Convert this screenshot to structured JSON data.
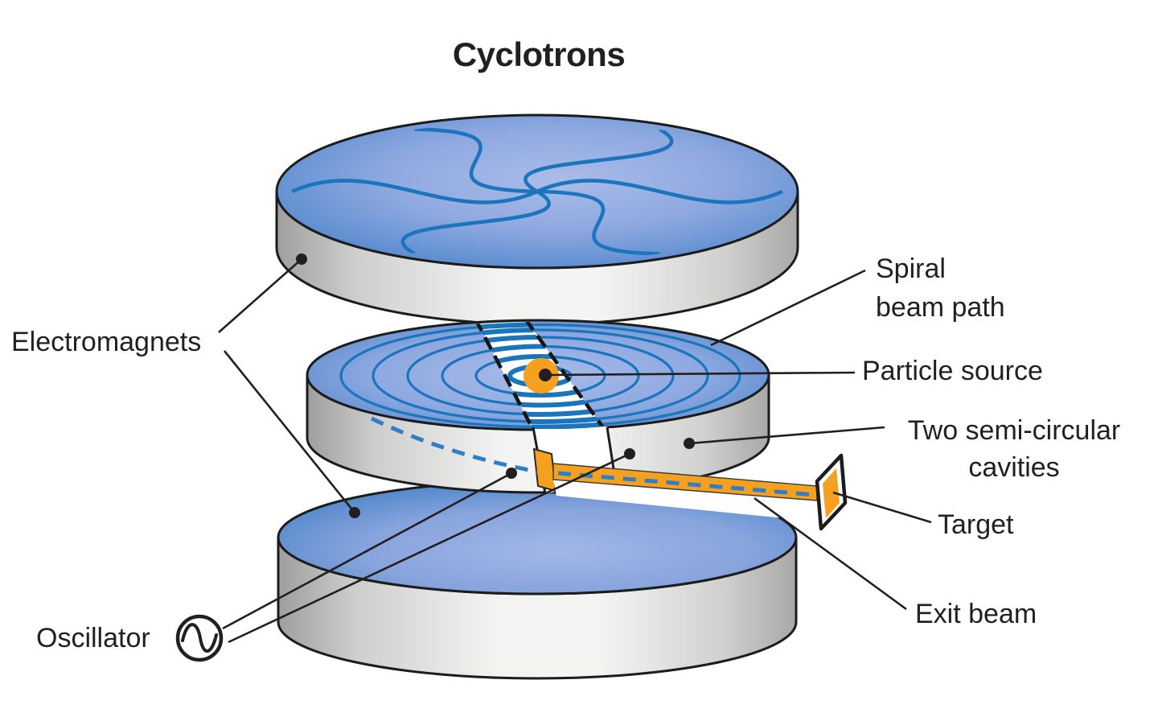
{
  "title": "Cyclotrons",
  "labels": {
    "electromagnets": "Electromagnets",
    "spiral_beam_path": [
      "Spiral",
      "beam path"
    ],
    "particle_source": "Particle source",
    "two_semi_circular_cavities": [
      "Two semi-circular",
      "cavities"
    ],
    "target": "Target",
    "exit_beam": "Exit beam",
    "oscillator": "Oscillator"
  },
  "icons": {
    "oscillator_icon": "ac-source-sine-wave-in-circle"
  },
  "colors": {
    "disk_edge_blue": "#3a7ac2",
    "disk_center_blue": "#aabce9",
    "field_line_blue": "#1b75bc",
    "beam_dash_blue": "#2f7ec7",
    "beam_orange": "#f5a01f",
    "metal_gray_light": "#f3f3f2",
    "metal_gray_dark": "#a5a5a4",
    "outline_black": "#231f20",
    "background": "#ffffff"
  }
}
